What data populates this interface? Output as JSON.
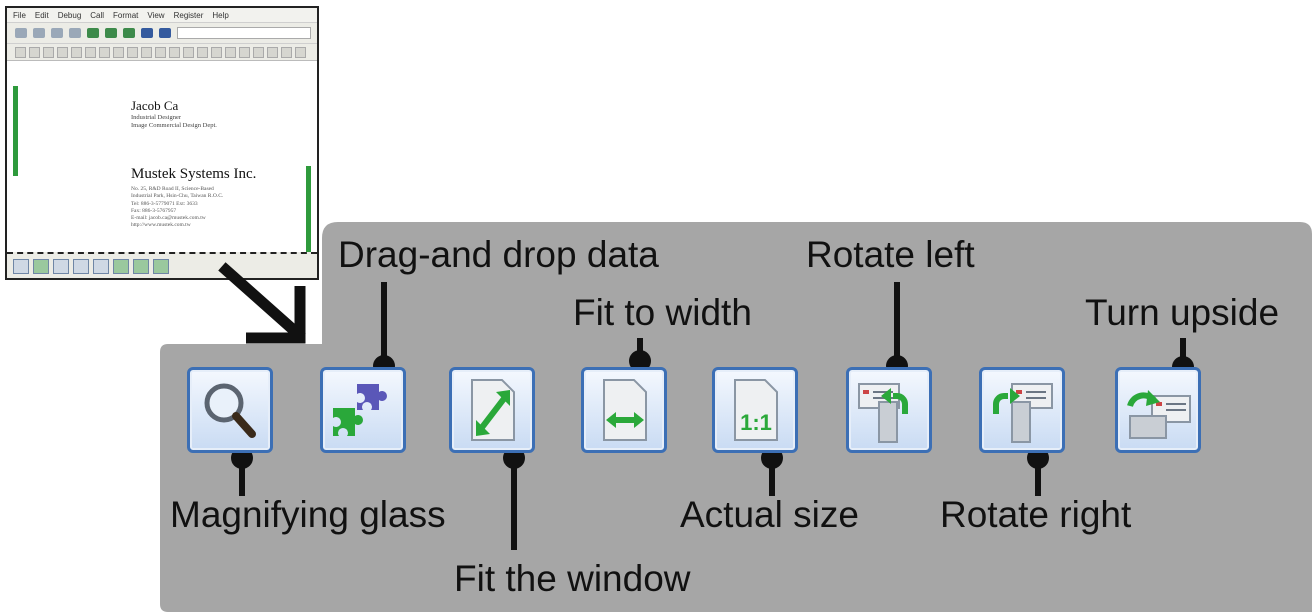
{
  "thumbnail": {
    "menu": [
      "File",
      "Edit",
      "Debug",
      "Call",
      "Format",
      "View",
      "Register",
      "Help"
    ],
    "card": {
      "name": "Jacob Ca",
      "title_lines": [
        "Industrial Designer",
        "Image Commercial Design Dept."
      ],
      "company": "Mustek Systems Inc.",
      "detail_lines": [
        "No. 25, R&D Road II, Science-Based",
        "Industrial Park, Hsin-Chu, Taiwan R.O.C.",
        "Tel: 886-3-5779071  Ext: 3633",
        "Fax: 886-3-5767957",
        "E-mail: jacob.ca@mustek.com.tw",
        "http://www.mustek.com.tw"
      ]
    }
  },
  "labels": {
    "magnifying_glass": "Magnifying glass",
    "drag_drop": "Drag-and drop data",
    "fit_window": "Fit the window",
    "fit_width": "Fit to width",
    "actual_size": "Actual size",
    "rotate_left": "Rotate left",
    "rotate_right": "Rotate right",
    "turn_upside": "Turn upside"
  },
  "actual_size_glyph": "1:1",
  "colors": {
    "panel": "#a6a6a6",
    "button_border": "#3c6fb5",
    "icon_green": "#2aa83a",
    "label_text": "#111111"
  }
}
